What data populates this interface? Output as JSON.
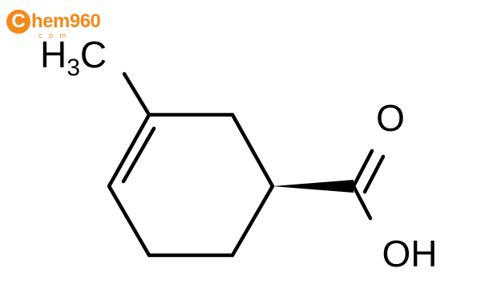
{
  "watermark": {
    "logo_letter": "C",
    "logo_text": "hem960",
    "logo_subtext": "·c o m",
    "brand_color": "#f28a1c"
  },
  "molecule": {
    "methyl_label_main": "H",
    "methyl_label_subscript": "3",
    "methyl_label_tail": "C",
    "carbonyl_oxygen_label": "O",
    "hydroxyl_label": "OH",
    "bond_color": "#000000"
  }
}
